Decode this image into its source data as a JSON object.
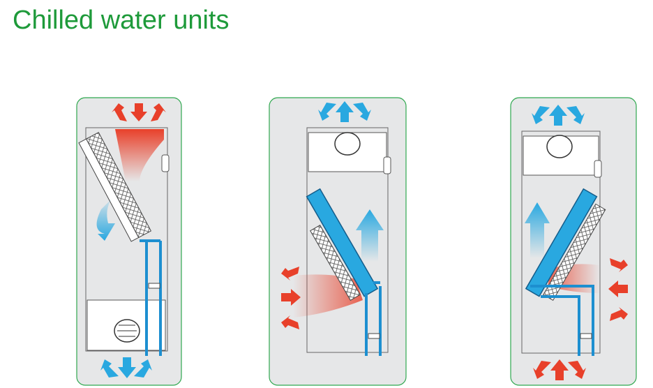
{
  "title": "Chilled water units",
  "colors": {
    "accent": "#1e9a3a",
    "panel_bg": "#e6e7e8",
    "cold": "#29a8e0",
    "hot": "#e8402a"
  },
  "units": [
    {
      "flow": "downflow"
    },
    {
      "flow": "upflow-front-return"
    },
    {
      "flow": "upflow-rear-return"
    }
  ]
}
